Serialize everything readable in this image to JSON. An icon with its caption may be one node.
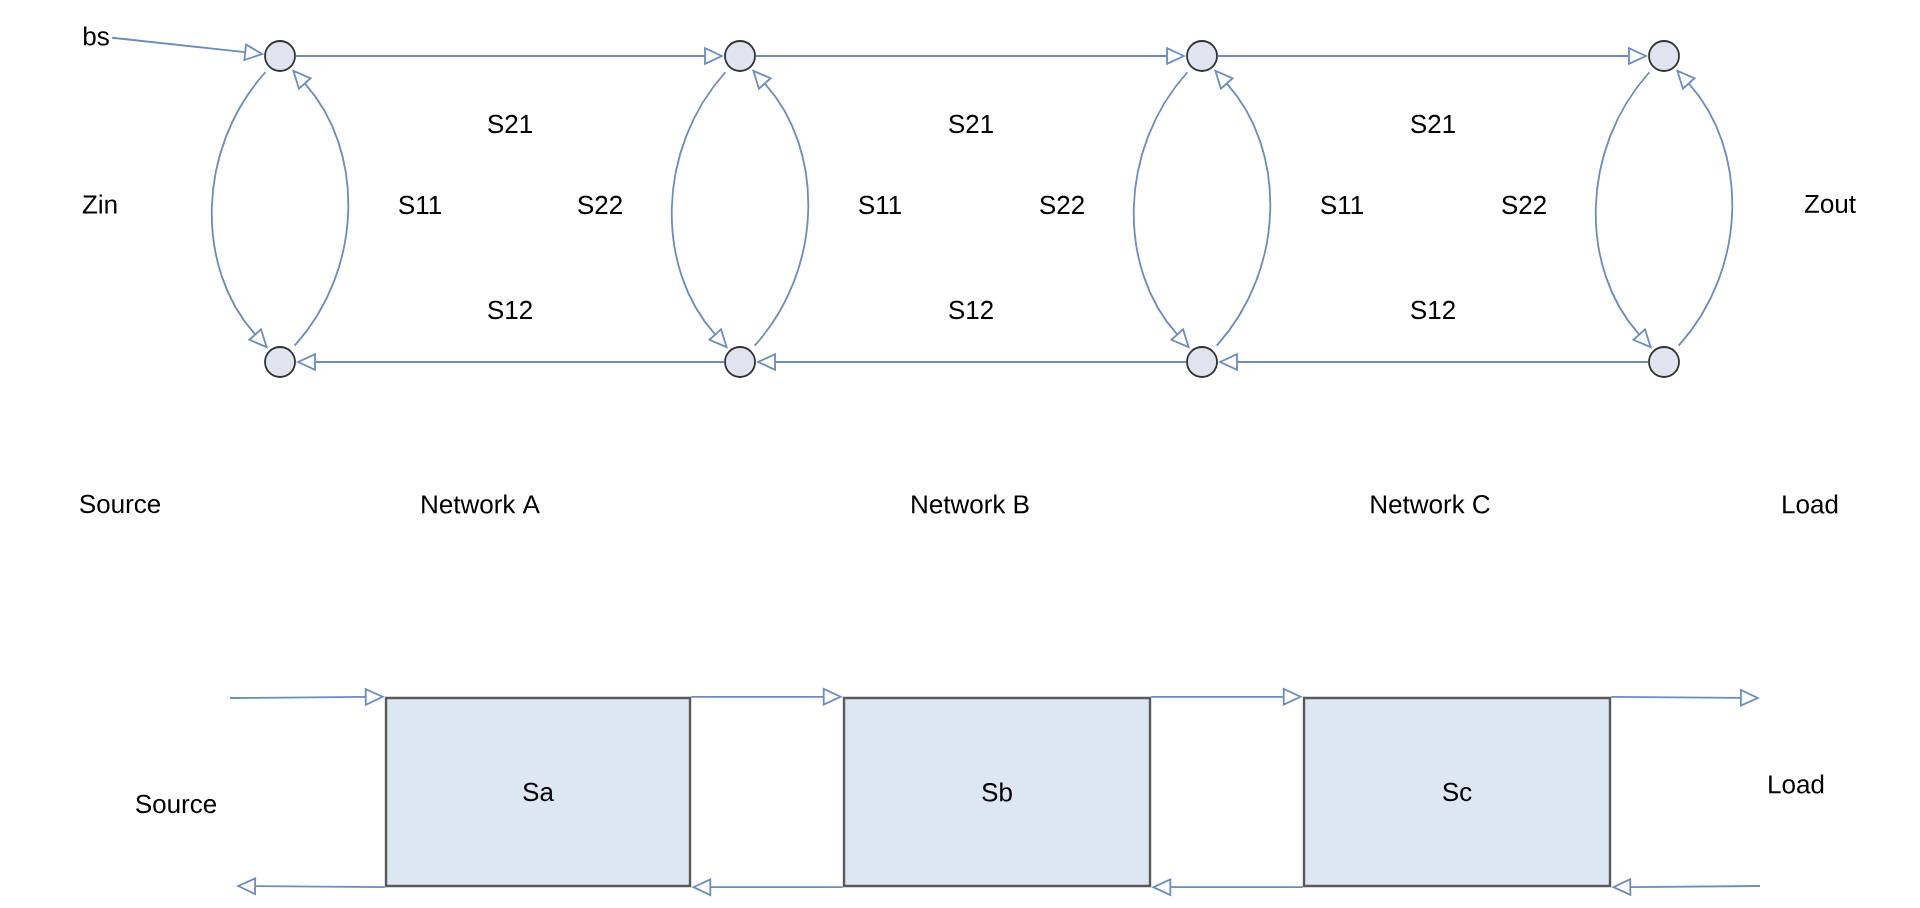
{
  "diagram": {
    "nodes": [
      {
        "text": [
          "bs"
        ]
      },
      {
        "text": [],
        "shape": "circle"
      },
      {
        "text": [],
        "shape": "circle"
      },
      {
        "text": [],
        "shape": "circle"
      },
      {
        "text": [],
        "shape": "circle"
      },
      {
        "text": [],
        "shape": "circle"
      },
      {
        "text": [],
        "shape": "circle"
      },
      {
        "text": [],
        "shape": "circle"
      },
      {
        "text": [],
        "shape": "circle"
      },
      {
        "text": [
          "Sa"
        ]
      },
      {
        "text": [
          "Sb"
        ]
      },
      {
        "text": [
          "Sc"
        ]
      }
    ],
    "edges": [
      {
        "from": 0,
        "to": 1,
        "arrow": "to"
      },
      {
        "from": 1,
        "to": 2,
        "arrow": "to",
        "label": "S21"
      },
      {
        "from": 2,
        "to": 3,
        "arrow": "to",
        "label": "S21"
      },
      {
        "from": 3,
        "to": 4,
        "arrow": "to",
        "label": "S21"
      },
      {
        "from": 6,
        "to": 5,
        "arrow": "to",
        "label": "S12"
      },
      {
        "from": 7,
        "to": 6,
        "arrow": "to",
        "label": "S12"
      },
      {
        "from": 8,
        "to": 7,
        "arrow": "to",
        "label": "S12"
      },
      {
        "from": 1,
        "to": 5,
        "arrow": "to"
      },
      {
        "from": 5,
        "to": 1,
        "arrow": "to",
        "label": "S11"
      },
      {
        "from": 2,
        "to": 6,
        "arrow": "to",
        "label": "S22"
      },
      {
        "from": 6,
        "to": 2,
        "arrow": "to",
        "label": "S11"
      },
      {
        "from": 3,
        "to": 7,
        "arrow": "to",
        "label": "S22"
      },
      {
        "from": 7,
        "to": 3,
        "arrow": "to",
        "label": "S11"
      },
      {
        "from": 4,
        "to": 8,
        "arrow": "to",
        "label": "S22"
      },
      {
        "from": 8,
        "to": 4,
        "arrow": "to"
      },
      {
        "from": null,
        "to": 9,
        "arrow": "to"
      },
      {
        "from": 9,
        "to": 10,
        "arrow": "to"
      },
      {
        "from": 10,
        "to": 11,
        "arrow": "to"
      },
      {
        "from": 11,
        "to": null,
        "arrow": "to"
      },
      {
        "from": 10,
        "to": 9,
        "arrow": "to"
      },
      {
        "from": 11,
        "to": 10,
        "arrow": "to"
      },
      {
        "from": 9,
        "to": null,
        "arrow": "to"
      },
      {
        "from": null,
        "to": 11,
        "arrow": "to"
      }
    ],
    "labels": [
      "Zin",
      "Zout",
      "Source",
      "Network A",
      "Network B",
      "Network C",
      "Load",
      "Source",
      "Load"
    ]
  }
}
